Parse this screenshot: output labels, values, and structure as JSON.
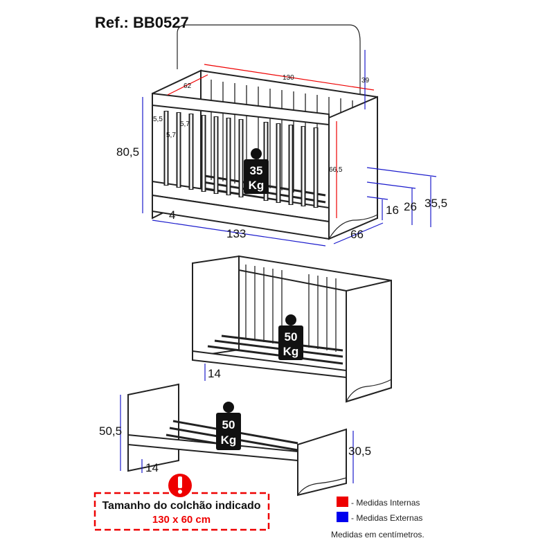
{
  "reference": "Ref.: BB0527",
  "crib": {
    "dims": {
      "height": "80,5",
      "depth_inner": "62",
      "length_inner": "130",
      "headboard": "39",
      "slat_gap": "5,5",
      "slat_a": "5,7",
      "slat_b": "5,7",
      "inner_height": "66,5",
      "base_offset": "4",
      "length_outer": "133",
      "depth_outer": "66",
      "level_low": "16",
      "level_mid": "26",
      "level_high": "35,5"
    },
    "weight": {
      "value": "35",
      "unit": "Kg"
    }
  },
  "toddler_bed": {
    "dims": {
      "base_offset": "14"
    },
    "weight": {
      "value": "50",
      "unit": "Kg"
    }
  },
  "bed": {
    "dims": {
      "headboard_height": "50,5",
      "footboard_height": "30,5",
      "base_offset": "14"
    },
    "weight": {
      "value": "50",
      "unit": "Kg"
    }
  },
  "mattress_note": {
    "title": "Tamanho do colchão indicado",
    "size": "130 x 60 cm"
  },
  "legend": {
    "items": [
      {
        "label": "- Medidas Internas",
        "color": "#ee0000"
      },
      {
        "label": "- Medidas Externas",
        "color": "#0000ee"
      }
    ],
    "note": "Medidas em centímetros."
  }
}
